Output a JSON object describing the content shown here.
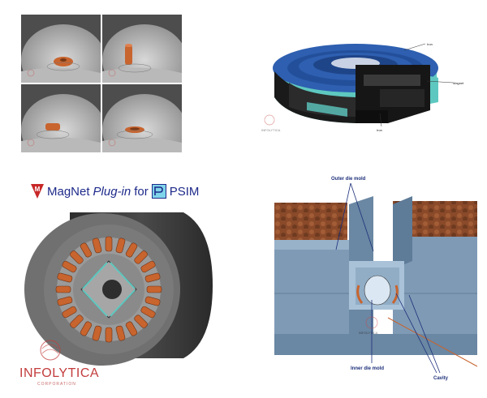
{
  "top_right": {
    "label_top": "Iron",
    "label_right": "Magnet",
    "label_bottom": "Iron",
    "logo": "INFOLYTICA"
  },
  "bottom_left": {
    "title_prefix": "MagNet",
    "title_emphasis": "Plug-in",
    "title_for": "for",
    "title_suffix": "PSIM",
    "logo_word": "INFOLYTICA",
    "logo_sub": "CORPORATION",
    "logo_m_letter": "M"
  },
  "bottom_right": {
    "label_outer": "Outer die mold",
    "label_inner": "Inner die mold",
    "label_cavity": "Cavity",
    "logo": "INFOLYTICA"
  },
  "colors": {
    "copper": "#c8642e",
    "steel_blue": "#2e5fb0",
    "cyan": "#5ec8c0",
    "dark_gray": "#3c3c3c",
    "brick": "#8a4a2a",
    "slate": "#7f9ab5"
  }
}
